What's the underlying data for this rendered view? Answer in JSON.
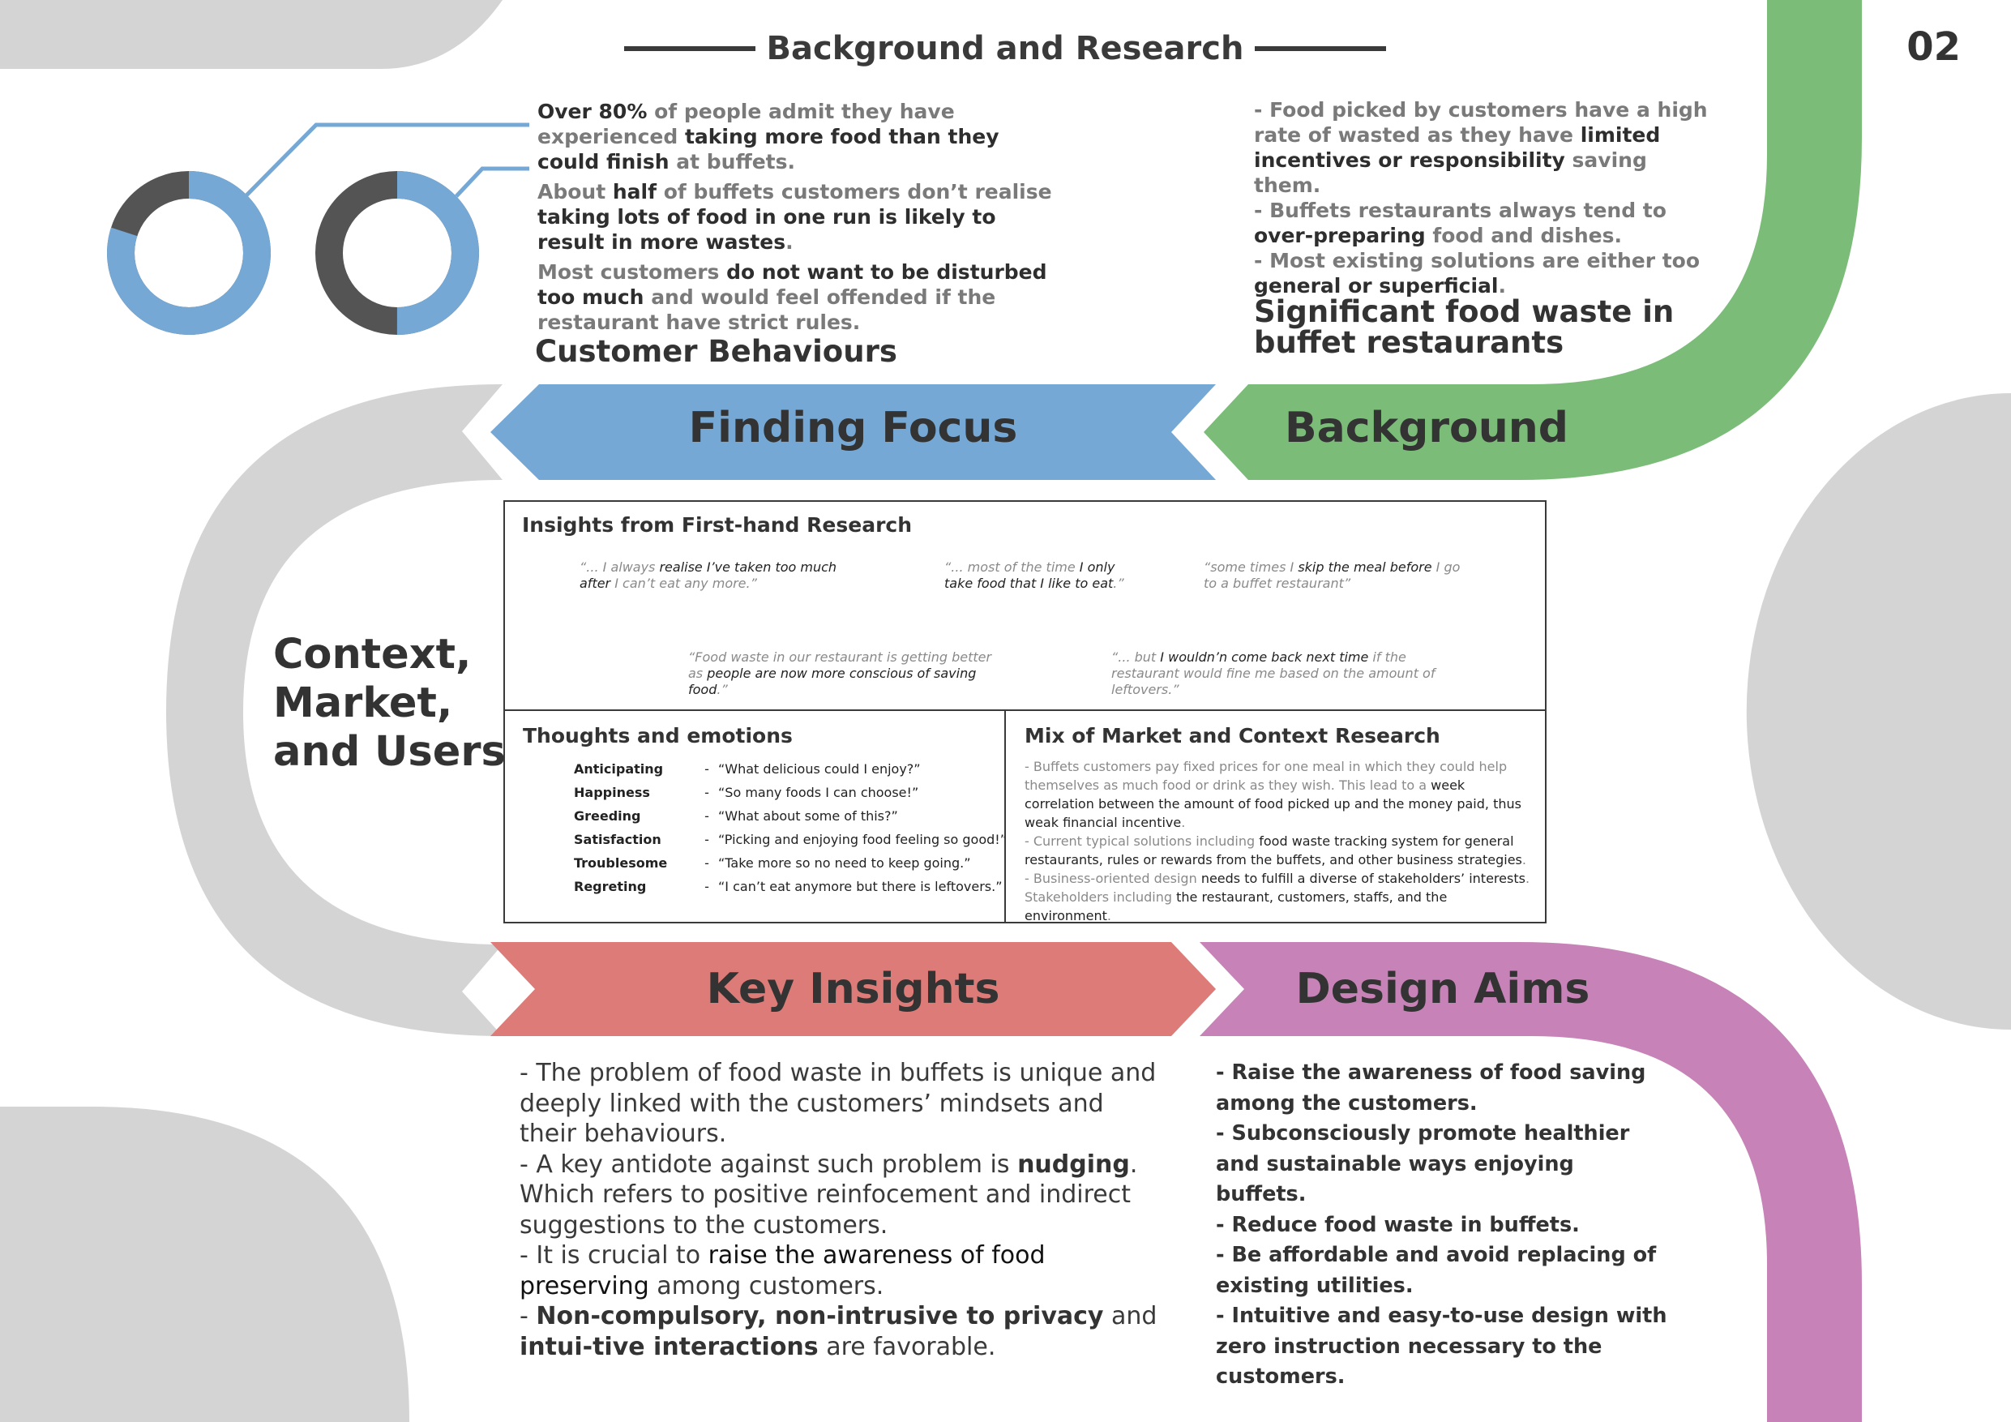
{
  "header": {
    "title": "Background and Research",
    "page_number": "02"
  },
  "colors": {
    "blue": "#75a8d5",
    "green": "#7bbd78",
    "red": "#dc7b77",
    "purple": "#c783b7",
    "grey": "#d4d4d4",
    "dark": "#545454"
  },
  "stats": [
    {
      "parts": [
        {
          "t": "Over 80%",
          "s": "b"
        },
        {
          "t": " of people admit they have experienced ",
          "s": "g"
        },
        {
          "t": "taking more food than they could finish",
          "s": "b"
        },
        {
          "t": " at buffets.",
          "s": "g"
        }
      ]
    },
    {
      "parts": [
        {
          "t": "About ",
          "s": "g"
        },
        {
          "t": "half",
          "s": "b"
        },
        {
          "t": " of buffets customers don’t realise ",
          "s": "g"
        },
        {
          "t": "taking lots of food in one run is likely to result in more wastes",
          "s": "b"
        },
        {
          "t": ".",
          "s": "g"
        }
      ]
    },
    {
      "parts": [
        {
          "t": "Most customers ",
          "s": "g"
        },
        {
          "t": "do not want to be disturbed too much",
          "s": "b"
        },
        {
          "t": " and would feel offended if the restaurant have strict rules.",
          "s": "g"
        }
      ]
    }
  ],
  "donuts": [
    {
      "name": "over-80-percent",
      "fraction": 0.8
    },
    {
      "name": "about-half",
      "fraction": 0.5
    }
  ],
  "customer_behaviours_title": "Customer Behaviours",
  "background_points": [
    {
      "parts": [
        {
          "t": "- Food picked by customers have a high rate of wasted as they have ",
          "s": "g"
        },
        {
          "t": "limited incentives or responsibility",
          "s": "b"
        },
        {
          "t": " saving them.",
          "s": "g"
        }
      ]
    },
    {
      "parts": [
        {
          "t": "- Buffets restaurants always tend to ",
          "s": "g"
        },
        {
          "t": "over-preparing",
          "s": "b"
        },
        {
          "t": " food and dishes.",
          "s": "g"
        }
      ]
    },
    {
      "parts": [
        {
          "t": "- Most existing solutions are either too ",
          "s": "g"
        },
        {
          "t": "general or superficial",
          "s": "b"
        },
        {
          "t": ".",
          "s": "g"
        }
      ]
    }
  ],
  "background_headline": "Significant food waste in buffet restaurants",
  "bands": {
    "finding_focus": "Finding Focus",
    "background": "Background",
    "key_insights": "Key Insights",
    "design_aims": "Design Aims"
  },
  "context_label": [
    "Context,",
    "Market,",
    "and Users"
  ],
  "insights_box": {
    "title": "Insights from First-hand Research",
    "quotes": [
      {
        "parts": [
          {
            "t": "“... I always ",
            "s": "g"
          },
          {
            "t": "realise I’ve taken too much after",
            "s": "b"
          },
          {
            "t": " I can’t eat any more.”",
            "s": "g"
          }
        ]
      },
      {
        "parts": [
          {
            "t": "“... most of the time ",
            "s": "g"
          },
          {
            "t": "I only take food that I like to eat",
            "s": "b"
          },
          {
            "t": ".”",
            "s": "g"
          }
        ]
      },
      {
        "parts": [
          {
            "t": "“some times I ",
            "s": "g"
          },
          {
            "t": "skip the meal before",
            "s": "b"
          },
          {
            "t": " I go to a buffet restaurant”",
            "s": "g"
          }
        ]
      },
      {
        "parts": [
          {
            "t": "“Food waste in our restaurant is getting better as ",
            "s": "g"
          },
          {
            "t": "people are now more conscious of saving food",
            "s": "b"
          },
          {
            "t": ".”",
            "s": "g"
          }
        ]
      },
      {
        "parts": [
          {
            "t": "“... but ",
            "s": "g"
          },
          {
            "t": "I wouldn’n come back next time",
            "s": "b"
          },
          {
            "t": " if the restaurant would fine me based on the amount of leftovers.”",
            "s": "g"
          }
        ]
      }
    ]
  },
  "thoughts": {
    "title": "Thoughts and emotions",
    "rows": [
      {
        "name": "Anticipating",
        "dash": "-",
        "quote": "“What delicious could I enjoy?”"
      },
      {
        "name": "Happiness",
        "dash": "-",
        "quote": "“So many foods I can choose!”"
      },
      {
        "name": "Greeding",
        "dash": "-",
        "quote": "“What about some of this?”"
      },
      {
        "name": "Satisfaction",
        "dash": "-",
        "quote": "“Picking and enjoying food feeling so good!”"
      },
      {
        "name": "Troublesome",
        "dash": "-",
        "quote": "“Take more so no need to keep going.”"
      },
      {
        "name": "Regreting",
        "dash": "-",
        "quote": "“I can’t eat anymore but there is leftovers.”"
      }
    ]
  },
  "mix": {
    "title": "Mix of Market and Context Research",
    "paragraphs": [
      {
        "parts": [
          {
            "t": "- Buffets customers pay fixed prices for one meal in which they could help themselves as much food or drink as they wish. This lead to a ",
            "s": "g"
          },
          {
            "t": "week correlation between the amount of food picked up and the money paid, thus weak financial incentive",
            "s": "k"
          },
          {
            "t": ".",
            "s": "g"
          }
        ]
      },
      {
        "parts": [
          {
            "t": "- Current typical solutions including ",
            "s": "g"
          },
          {
            "t": "food waste tracking system for general restaurants, rules or rewards from the buffets, and other business strategies",
            "s": "k"
          },
          {
            "t": ".",
            "s": "g"
          }
        ]
      },
      {
        "parts": [
          {
            "t": "- Business-oriented design ",
            "s": "g"
          },
          {
            "t": "needs to fulfill a diverse of stakeholders’ interests",
            "s": "k"
          },
          {
            "t": ". Stakeholders including ",
            "s": "g"
          },
          {
            "t": "the restaurant, customers, staffs, and the environment",
            "s": "k"
          },
          {
            "t": ".",
            "s": "g"
          }
        ]
      }
    ]
  },
  "key_insights": [
    {
      "parts": [
        {
          "t": "- The problem of food waste in buffets is unique and deeply linked with the customers’ mindsets and their behaviours.",
          "s": "n"
        }
      ]
    },
    {
      "parts": [
        {
          "t": "- A key antidote against such problem is ",
          "s": "n"
        },
        {
          "t": "nudging",
          "s": "b"
        },
        {
          "t": ". Which refers to positive reinfocement and indirect suggestions to the customers.",
          "s": "n"
        }
      ]
    },
    {
      "parts": [
        {
          "t": "- It is crucial to ",
          "s": "n"
        },
        {
          "t": "raise the awareness of food preserving",
          "s": "k"
        },
        {
          "t": " among customers.",
          "s": "n"
        }
      ]
    },
    {
      "parts": [
        {
          "t": "- ",
          "s": "n"
        },
        {
          "t": "Non-compulsory, non-intrusive to privacy",
          "s": "b"
        },
        {
          "t": " and ",
          "s": "n"
        },
        {
          "t": "intui-tive interactions",
          "s": "b"
        },
        {
          "t": " are favorable.",
          "s": "n"
        }
      ]
    }
  ],
  "design_aims": [
    "- Raise the awareness of food saving among the customers.",
    "- Subconsciously promote healthier and sustainable ways enjoying buffets.",
    "- Reduce food waste in buffets.",
    "- Be affordable and avoid replacing of existing utilities.",
    "- Intuitive and easy-to-use design with zero instruction necessary to the customers."
  ]
}
